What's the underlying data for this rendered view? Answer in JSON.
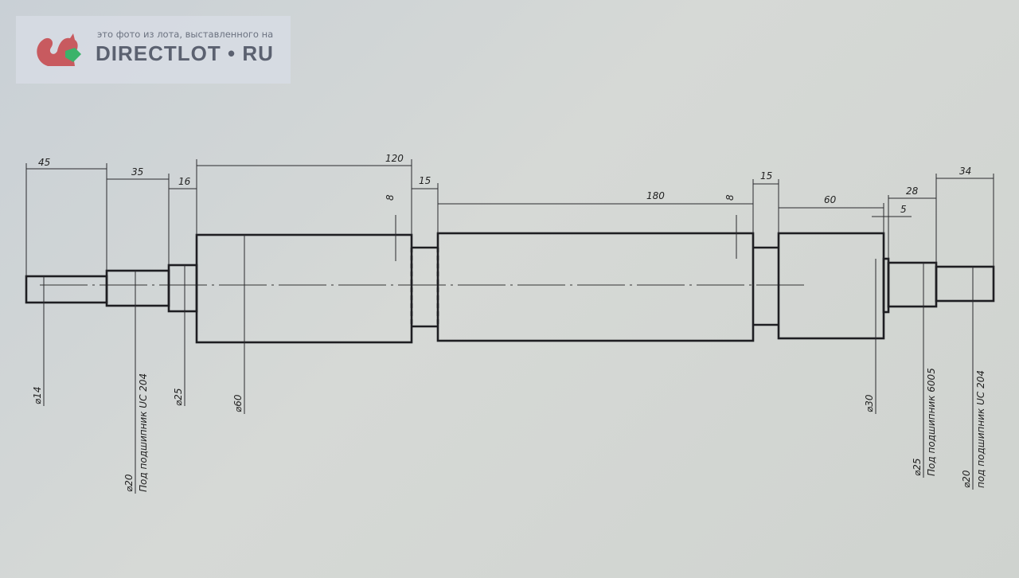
{
  "watermark": {
    "caption": "это фото из лота, выставленного на",
    "brand": "DIRECTLOT • RU",
    "logo_color": "#c85a5f",
    "gem_color": "#3bb36a"
  },
  "dimensions": {
    "d45": "45",
    "d35": "35",
    "d16": "16",
    "d120": "120",
    "d15a": "15",
    "d180": "180",
    "d15b": "15",
    "d60": "60",
    "d28": "28",
    "d5": "5",
    "d34": "34",
    "d8a": "8",
    "d8b": "8"
  },
  "diameters": {
    "phi14": "⌀14",
    "phi20_left": "⌀20",
    "note_left": "Под подшипник UC 204",
    "phi25_left": "⌀25",
    "phi60": "⌀60",
    "phi30": "⌀30",
    "phi25_right": "⌀25",
    "note_right_6005": "Под подшипник 6005",
    "phi20_right": "⌀20",
    "note_right_uc204": "под подшипник UC 204"
  }
}
